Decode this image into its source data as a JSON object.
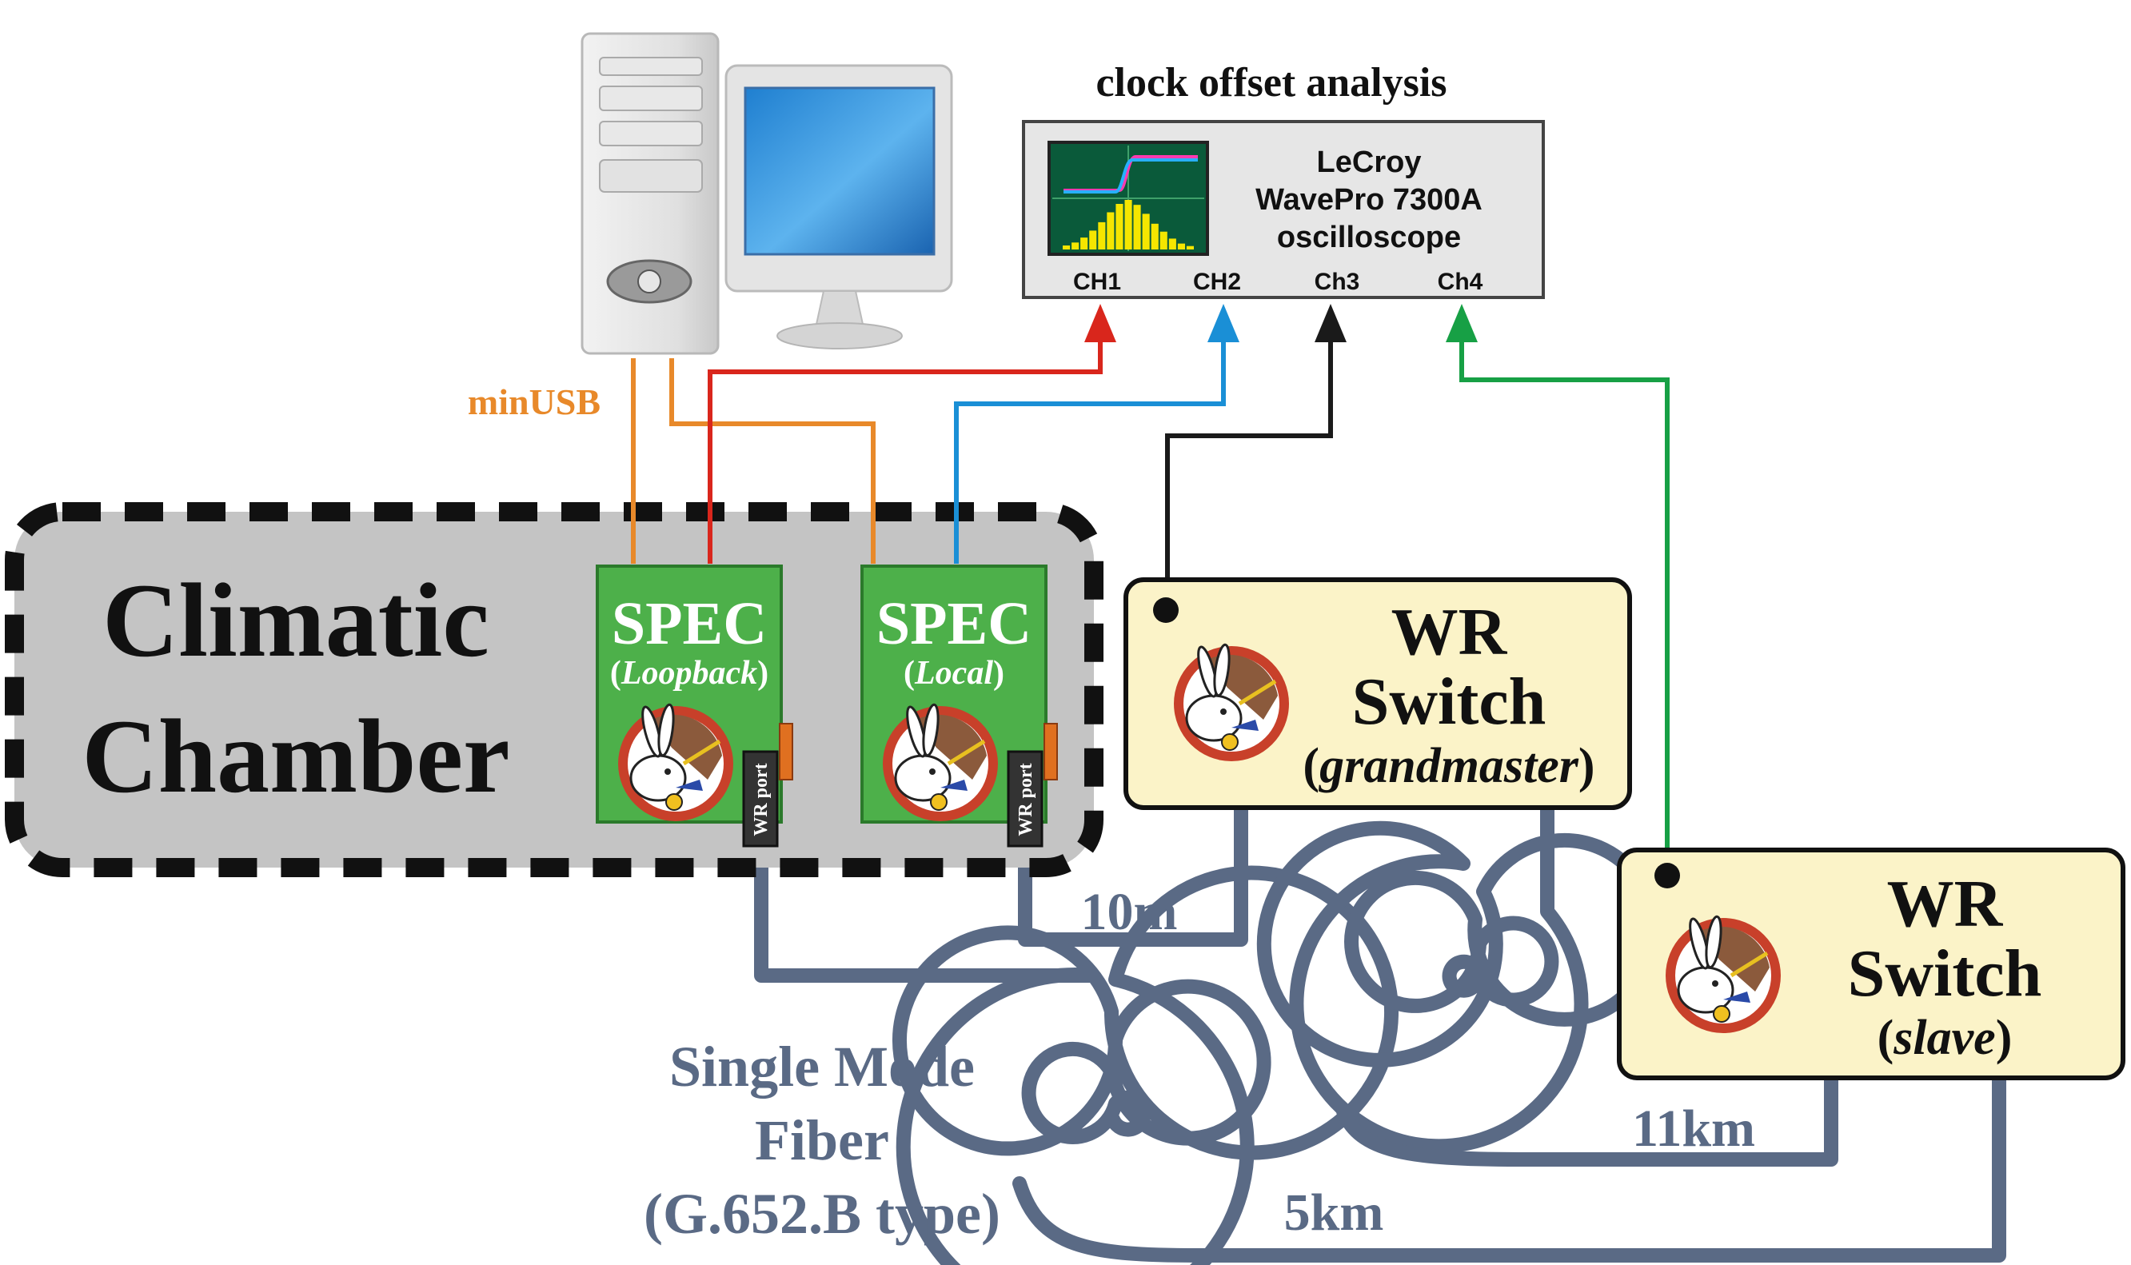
{
  "computer": {
    "icons": [
      "desktop-tower-icon",
      "lcd-monitor-icon"
    ]
  },
  "oscilloscope": {
    "heading": "clock offset analysis",
    "model_line1": "LeCroy",
    "model_line2": "WavePro 7300A",
    "model_line3": "oscilloscope",
    "channels": [
      "CH1",
      "CH2",
      "Ch3",
      "Ch4"
    ],
    "histogram_levels": [
      0.08,
      0.14,
      0.24,
      0.38,
      0.55,
      0.75,
      0.92,
      1.0,
      0.9,
      0.72,
      0.52,
      0.36,
      0.22,
      0.12,
      0.07
    ]
  },
  "chamber": {
    "line1": "Climatic",
    "line2": "Chamber"
  },
  "spec_loopback": {
    "title": "SPEC",
    "paren_open": "(",
    "mode": "Loopback",
    "paren_close": ")",
    "port_label": "WR port"
  },
  "spec_local": {
    "title": "SPEC",
    "paren_open": "(",
    "mode": "Local",
    "paren_close": ")",
    "port_label": "WR port"
  },
  "wr_grandmaster": {
    "line1": "WR",
    "line2": "Switch",
    "paren_open": "(",
    "role": "grandmaster",
    "paren_close": ")"
  },
  "wr_slave": {
    "line1": "WR",
    "line2": "Switch",
    "paren_open": "(",
    "role": "slave",
    "paren_close": ")"
  },
  "links": {
    "usb_label": "minUSB",
    "fiber_10m": "10m",
    "fiber_11km": "11km",
    "fiber_5km": "5km"
  },
  "fiber_label": {
    "line1": "Single Mode",
    "line2": "Fiber",
    "line3": "(G.652.B type)"
  },
  "colors": {
    "ch1": "#d9261c",
    "ch2": "#1a8fd6",
    "ch3": "#1a1a1a",
    "ch4": "#17a045",
    "usb": "#e8892a",
    "fiber": "#5a6a85",
    "spec_green": "#4db04a",
    "switch_fill": "#fbf3c8",
    "chamber_fill": "#c4c4c4"
  }
}
